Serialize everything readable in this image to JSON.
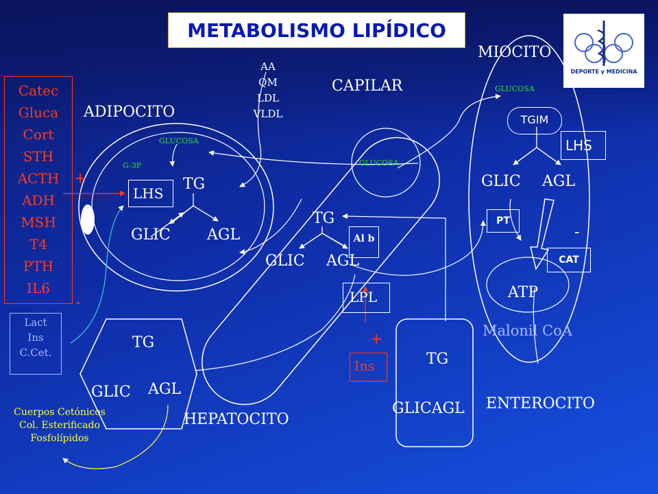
{
  "title": "METABOLISMO LIPÍDICO",
  "logo": {
    "text": "DEPORTE y MEDICINA"
  },
  "labels": {
    "miocito": "MIOCITO",
    "capilar": "CAPILAR",
    "adipocito": "ADIPOCITO",
    "hepatocito": "HEPATOCITO",
    "enterocito": "ENTEROCITO"
  },
  "hormones": [
    "Catec",
    "Gluca",
    "Cort",
    "STH",
    "ACTH",
    "ADH",
    "MSH",
    "T4",
    "PTH",
    "IL6"
  ],
  "signs": {
    "plus": "+",
    "minus": "-"
  },
  "lipoproteins": [
    "AA",
    "QM",
    "LDL",
    "VLDL"
  ],
  "inhibitors": [
    "Lact",
    "Ins",
    "C.Cet."
  ],
  "glucose": "GLUCOSA",
  "g3p": "G-3P",
  "tg": "TG",
  "glic": "GLIC",
  "agl": "AGL",
  "lhs": "LHS",
  "lpl": "LPL",
  "alb": "Al b",
  "ins": "Ins",
  "tgim": "TGIM",
  "pt": "PT",
  "cat": "CAT",
  "atp": "ATP",
  "malonil": "Malonil CoA",
  "glicagl": "GLICAGL",
  "products": [
    "Cuerpos Cetónicos",
    "Col. Esterificado",
    "Fosfolípidos"
  ]
}
